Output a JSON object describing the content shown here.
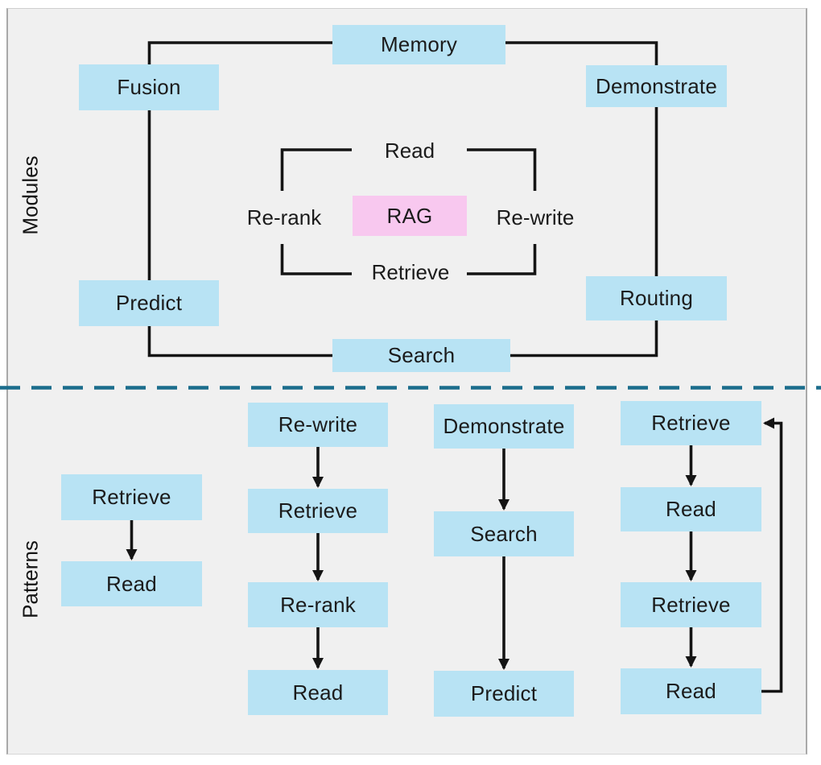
{
  "modules": {
    "section_label": "Modules",
    "memory": "Memory",
    "fusion": "Fusion",
    "demonstrate": "Demonstrate",
    "predict": "Predict",
    "routing": "Routing",
    "search": "Search",
    "rag": "RAG",
    "ring": {
      "top": "Read",
      "left": "Re-rank",
      "right": "Re-write",
      "bottom": "Retrieve"
    }
  },
  "patterns": {
    "section_label": "Patterns",
    "flow1": {
      "steps": [
        "Retrieve",
        "Read"
      ],
      "loop": false
    },
    "flow2": {
      "steps": [
        "Re-write",
        "Retrieve",
        "Re-rank",
        "Read"
      ],
      "loop": false
    },
    "flow3": {
      "steps": [
        "Demonstrate",
        "Search",
        "Predict"
      ],
      "loop": false
    },
    "flow4": {
      "steps": [
        "Retrieve",
        "Read",
        "Retrieve",
        "Read"
      ],
      "loop": true
    }
  },
  "colors": {
    "box_blue": "#b8e3f4",
    "box_pink": "#f8c8ef",
    "divider_teal": "#1b6d8c",
    "line_black": "#141414",
    "panel_bg": "#f0f0f0"
  }
}
